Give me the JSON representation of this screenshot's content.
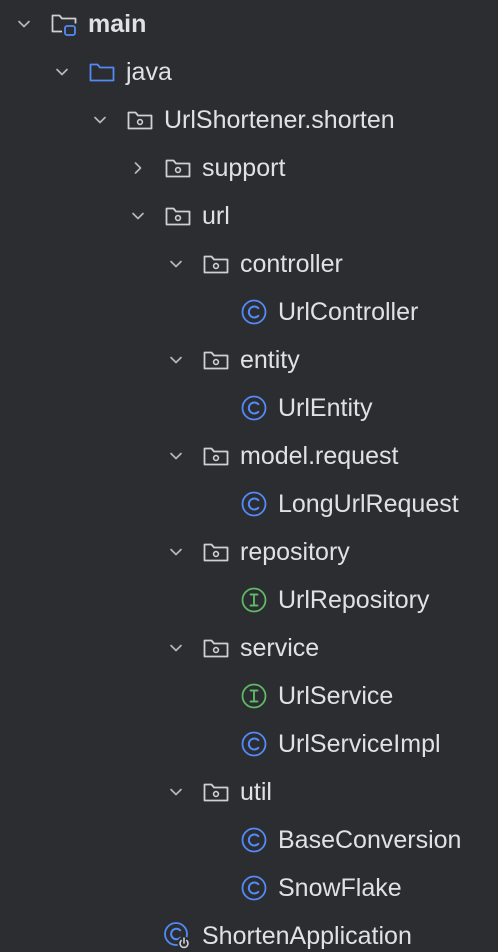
{
  "project_tree": {
    "items": [
      {
        "label": "main",
        "depth": 0,
        "expander": "expanded",
        "icon": "source-root-folder-icon",
        "bold": true
      },
      {
        "label": "java",
        "depth": 1,
        "expander": "expanded",
        "icon": "source-folder-icon"
      },
      {
        "label": "UrlShortener.shorten",
        "depth": 2,
        "expander": "expanded",
        "icon": "package-icon"
      },
      {
        "label": "support",
        "depth": 3,
        "expander": "collapsed",
        "icon": "package-icon"
      },
      {
        "label": "url",
        "depth": 3,
        "expander": "expanded",
        "icon": "package-icon"
      },
      {
        "label": "controller",
        "depth": 4,
        "expander": "expanded",
        "icon": "package-icon"
      },
      {
        "label": "UrlController",
        "depth": 5,
        "expander": "none",
        "icon": "class-icon"
      },
      {
        "label": "entity",
        "depth": 4,
        "expander": "expanded",
        "icon": "package-icon"
      },
      {
        "label": "UrlEntity",
        "depth": 5,
        "expander": "none",
        "icon": "class-icon"
      },
      {
        "label": "model.request",
        "depth": 4,
        "expander": "expanded",
        "icon": "package-icon"
      },
      {
        "label": "LongUrlRequest",
        "depth": 5,
        "expander": "none",
        "icon": "class-icon"
      },
      {
        "label": "repository",
        "depth": 4,
        "expander": "expanded",
        "icon": "package-icon"
      },
      {
        "label": "UrlRepository",
        "depth": 5,
        "expander": "none",
        "icon": "interface-icon"
      },
      {
        "label": "service",
        "depth": 4,
        "expander": "expanded",
        "icon": "package-icon"
      },
      {
        "label": "UrlService",
        "depth": 5,
        "expander": "none",
        "icon": "interface-icon"
      },
      {
        "label": "UrlServiceImpl",
        "depth": 5,
        "expander": "none",
        "icon": "class-icon"
      },
      {
        "label": "util",
        "depth": 4,
        "expander": "expanded",
        "icon": "package-icon"
      },
      {
        "label": "BaseConversion",
        "depth": 5,
        "expander": "none",
        "icon": "class-icon"
      },
      {
        "label": "SnowFlake",
        "depth": 5,
        "expander": "none",
        "icon": "class-icon"
      },
      {
        "label": "ShortenApplication",
        "depth": 3,
        "expander": "none",
        "icon": "spring-boot-class-icon"
      }
    ]
  },
  "colors": {
    "background": "#2b2d30",
    "text": "#dfe1e5",
    "chevron": "#b4b8bf",
    "folder_outline": "#ced0d6",
    "source_folder": "#548af7",
    "class_icon": "#548af7",
    "interface_icon": "#5fb865"
  }
}
